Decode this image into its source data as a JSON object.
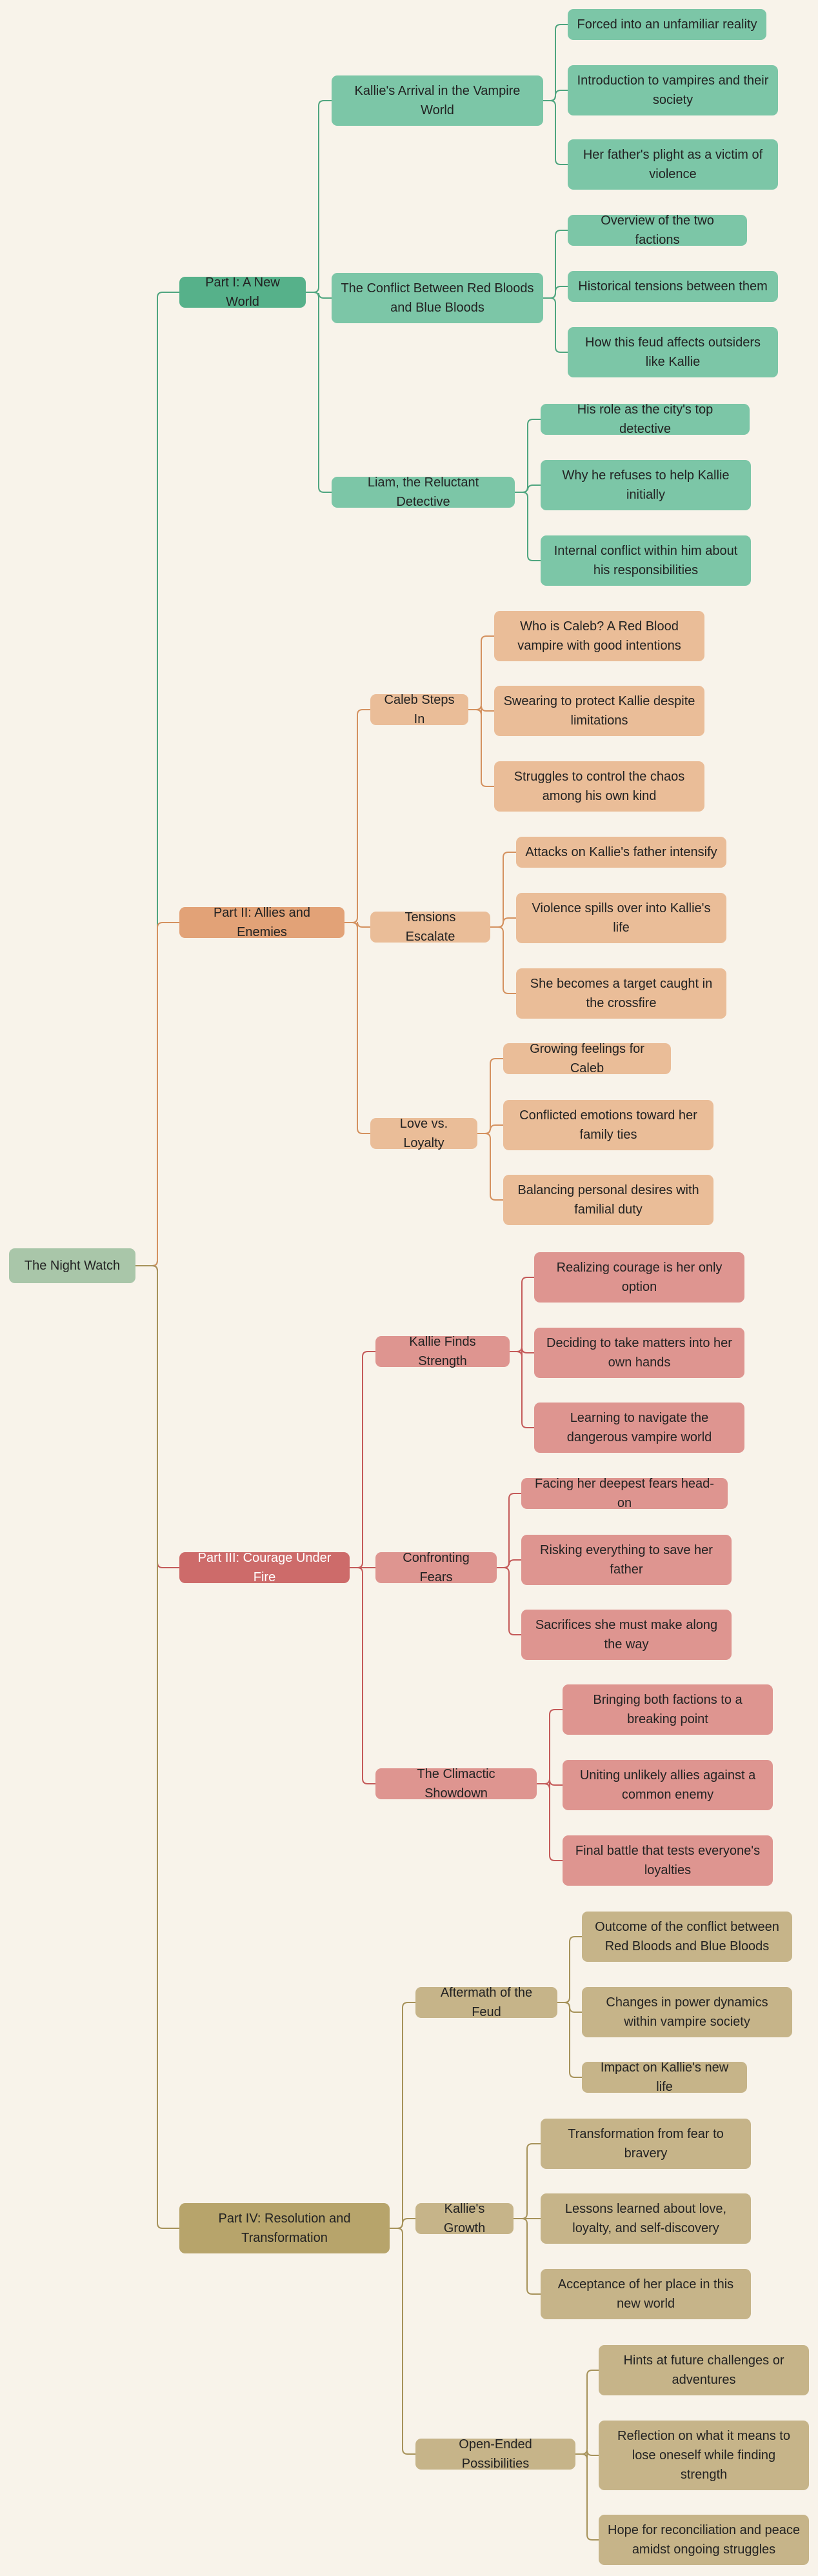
{
  "colors": {
    "part1": "#56b18a",
    "part2": "#e2a277",
    "part3": "#cd6b6a",
    "part4": "#b7a46b",
    "edge1": "#4fa57f",
    "edge2": "#d4915f",
    "edge3": "#c45a59",
    "edge4": "#a6925a"
  },
  "root": "The Night Watch",
  "parts": [
    {
      "label": "Part I: A New World",
      "sections": [
        {
          "label": "Kallie's Arrival in the Vampire World",
          "items": [
            "Forced into an unfamiliar reality",
            "Introduction to vampires and their society",
            "Her father's plight as a victim of violence"
          ]
        },
        {
          "label": "The Conflict Between Red Bloods and Blue Bloods",
          "items": [
            "Overview of the two factions",
            "Historical tensions between them",
            "How this feud affects outsiders like Kallie"
          ]
        },
        {
          "label": "Liam, the Reluctant Detective",
          "items": [
            "His role as the city's top detective",
            "Why he refuses to help Kallie initially",
            "Internal conflict within him about his responsibilities"
          ]
        }
      ]
    },
    {
      "label": "Part II: Allies and Enemies",
      "sections": [
        {
          "label": "Caleb Steps In",
          "items": [
            "Who is Caleb? A Red Blood vampire with good intentions",
            "Swearing to protect Kallie despite limitations",
            "Struggles to control the chaos among his own kind"
          ]
        },
        {
          "label": "Tensions Escalate",
          "items": [
            "Attacks on Kallie's father intensify",
            "Violence spills over into Kallie's life",
            "She becomes a target caught in the crossfire"
          ]
        },
        {
          "label": "Love vs. Loyalty",
          "items": [
            "Growing feelings for Caleb",
            "Conflicted emotions toward her family ties",
            "Balancing personal desires with familial duty"
          ]
        }
      ]
    },
    {
      "label": "Part III: Courage Under Fire",
      "sections": [
        {
          "label": "Kallie Finds Strength",
          "items": [
            "Realizing courage is her only option",
            "Deciding to take matters into her own hands",
            "Learning to navigate the dangerous vampire world"
          ]
        },
        {
          "label": "Confronting Fears",
          "items": [
            "Facing her deepest fears head-on",
            "Risking everything to save her father",
            "Sacrifices she must make along the way"
          ]
        },
        {
          "label": "The Climactic Showdown",
          "items": [
            "Bringing both factions to a breaking point",
            "Uniting unlikely allies against a common enemy",
            "Final battle that tests everyone's loyalties"
          ]
        }
      ]
    },
    {
      "label": "Part IV: Resolution and Transformation",
      "sections": [
        {
          "label": "Aftermath of the Feud",
          "items": [
            "Outcome of the conflict between Red Bloods and Blue Bloods",
            "Changes in power dynamics within vampire society",
            "Impact on Kallie's new life"
          ]
        },
        {
          "label": "Kallie's Growth",
          "items": [
            "Transformation from fear to bravery",
            "Lessons learned about love, loyalty, and self-discovery",
            "Acceptance of her place in this new world"
          ]
        },
        {
          "label": "Open-Ended Possibilities",
          "items": [
            "Hints at future challenges or adventures",
            "Reflection on what it means to lose oneself while finding strength",
            "Hope for reconciliation and peace amidst ongoing struggles"
          ]
        }
      ]
    }
  ]
}
